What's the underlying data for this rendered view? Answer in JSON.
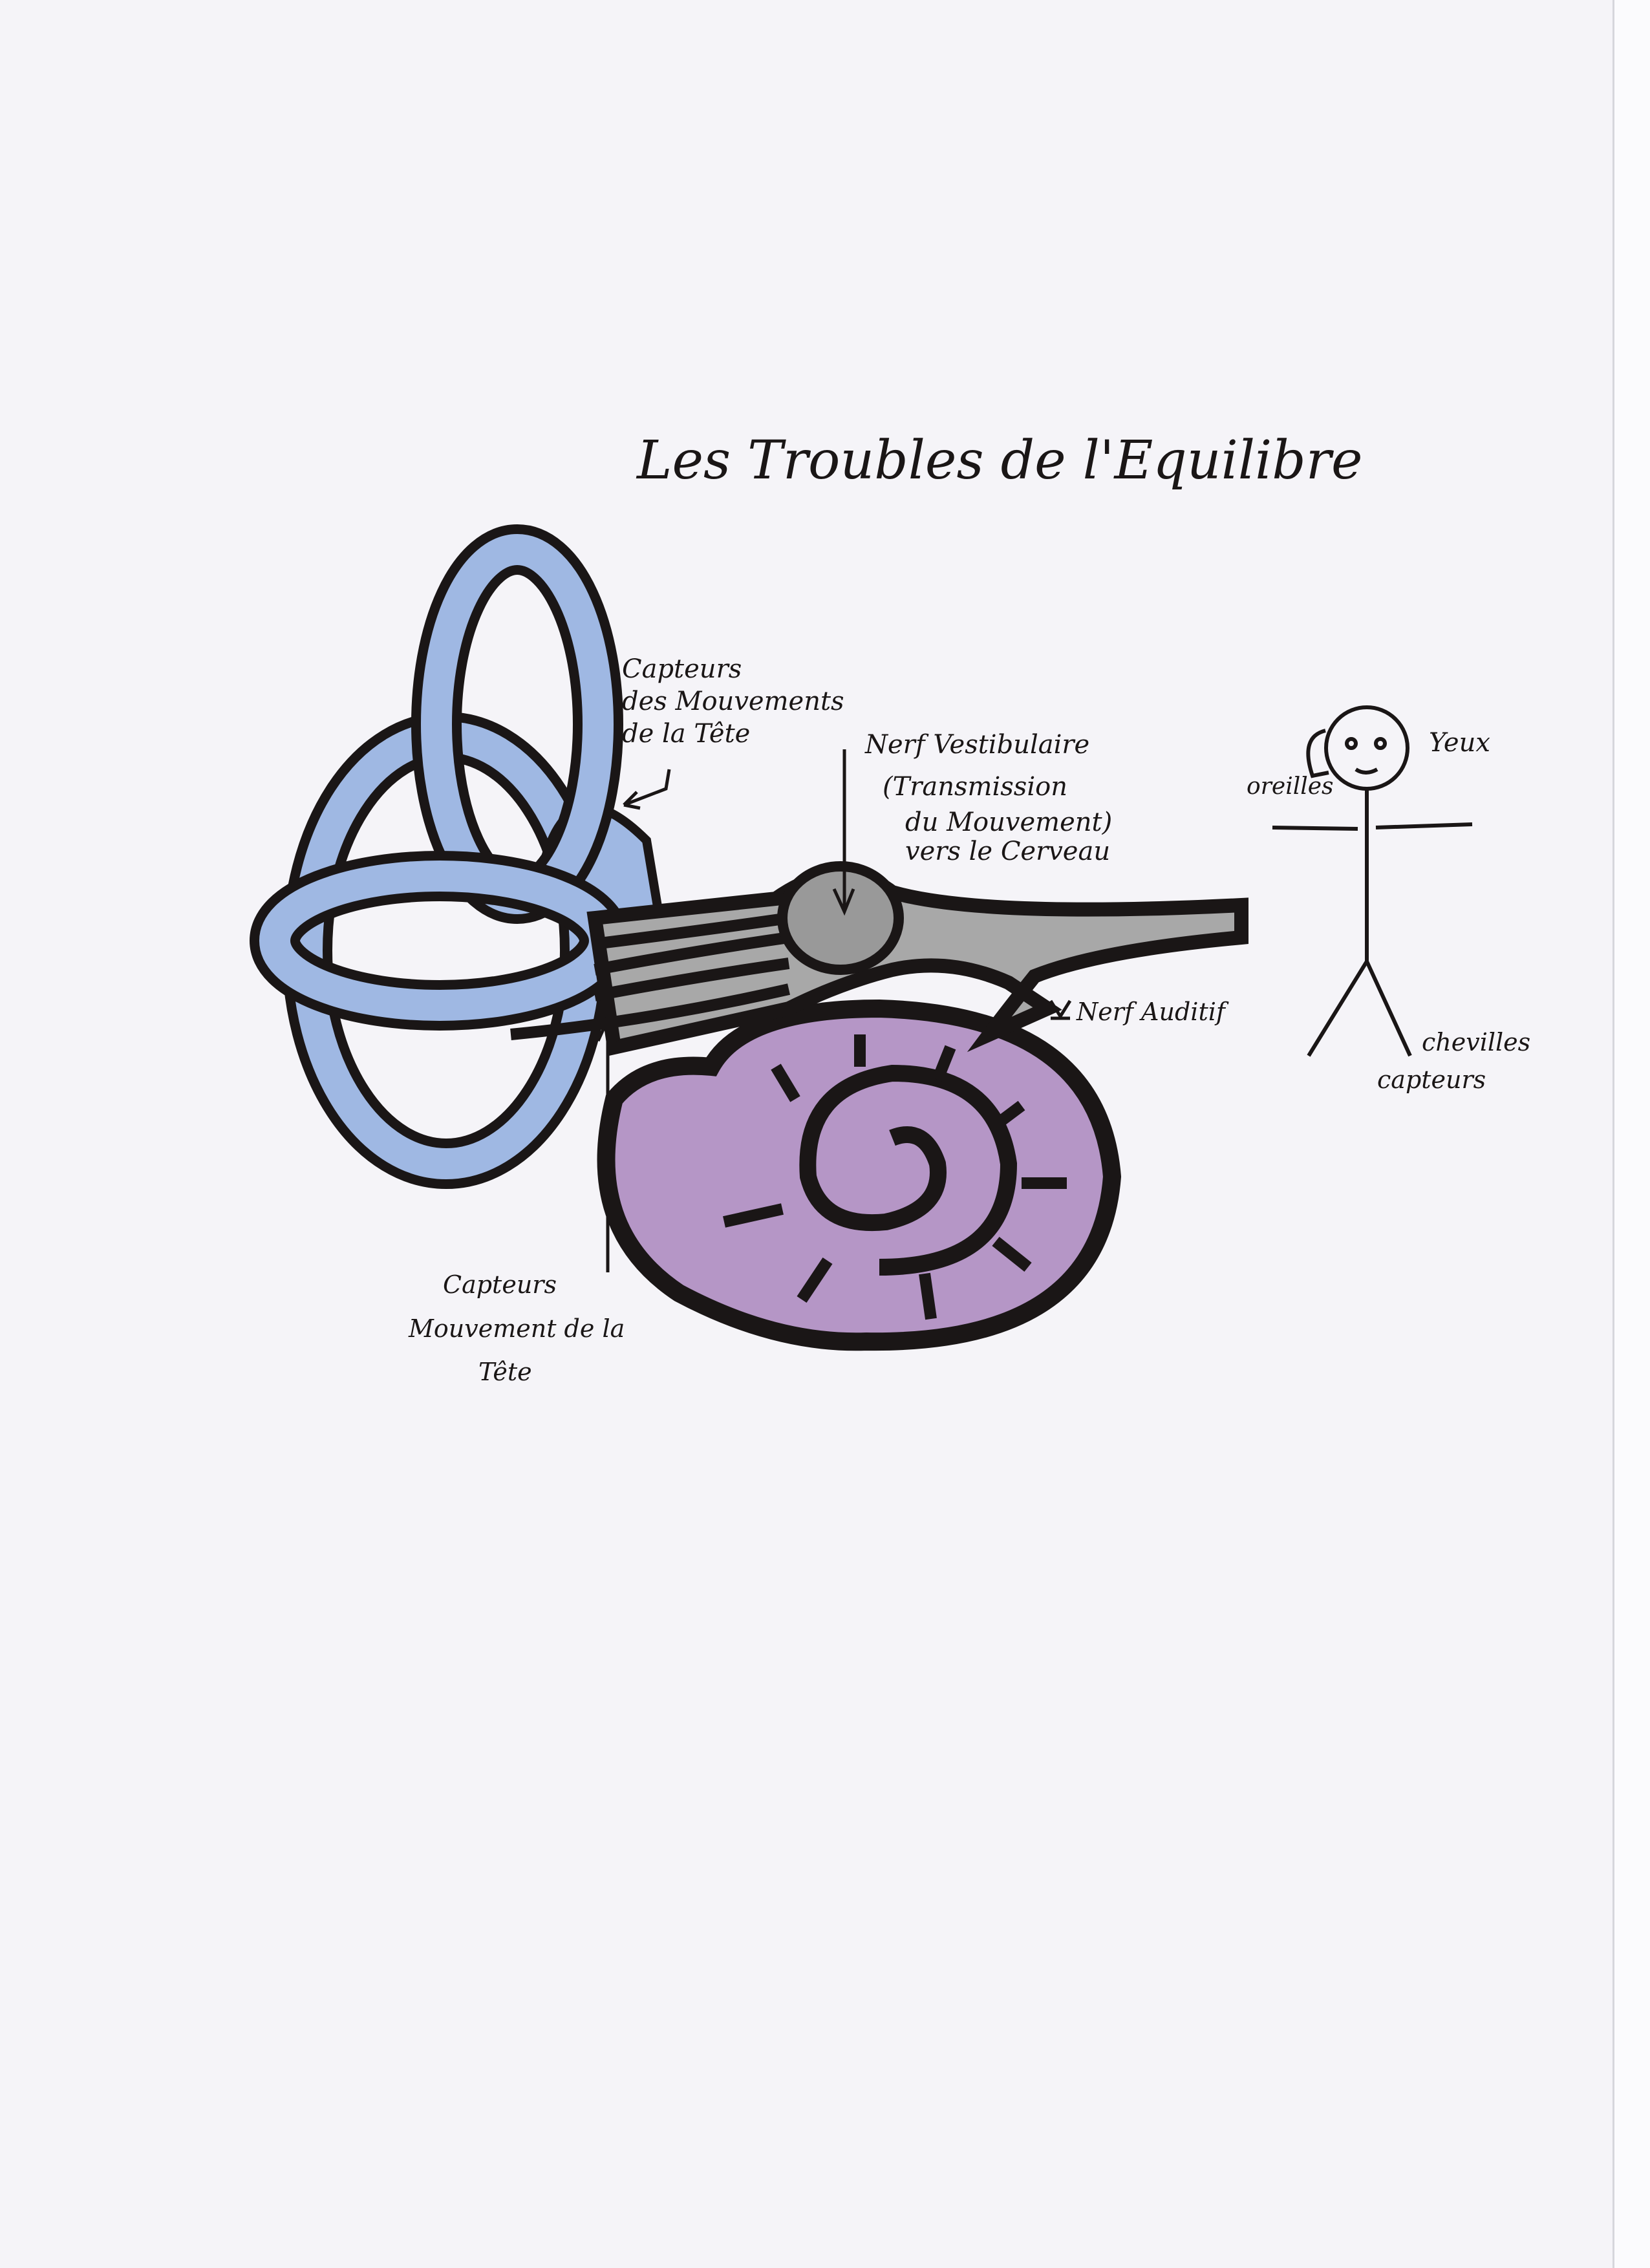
{
  "title": "Les Troubles de l'Equilibre",
  "labels": {
    "canal_sensors": [
      "Capteurs",
      "des Mouvements",
      "de la Tête"
    ],
    "vestibular_nerve": [
      "Nerf Vestibulaire",
      "(Transmission",
      "du Mouvement)",
      "vers le Cerveau"
    ],
    "auditory_nerve": "Nerf Auditif",
    "vestibule_sensors": [
      "Capteurs",
      "Mouvement de la",
      "Tête"
    ],
    "eyes": "Yeux",
    "ears": "oreilles",
    "ankles": [
      "chevilles",
      "capteurs"
    ]
  },
  "colors": {
    "ink": "#1a1616",
    "canals": "#9fb8e3",
    "cochlea": "#b596c6",
    "nerve": "#a8a8a8",
    "paper": "#f5f4f8"
  }
}
